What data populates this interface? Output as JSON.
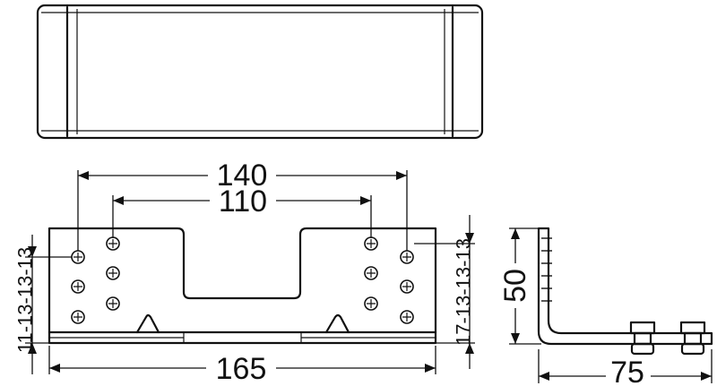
{
  "dimensions": {
    "outer_hole_spacing": "140",
    "inner_hole_spacing": "110",
    "overall_length": "165",
    "height": "50",
    "depth": "75",
    "left_hole_pitch": "11-13-13-13",
    "right_hole_pitch": "17-13-13-13"
  }
}
